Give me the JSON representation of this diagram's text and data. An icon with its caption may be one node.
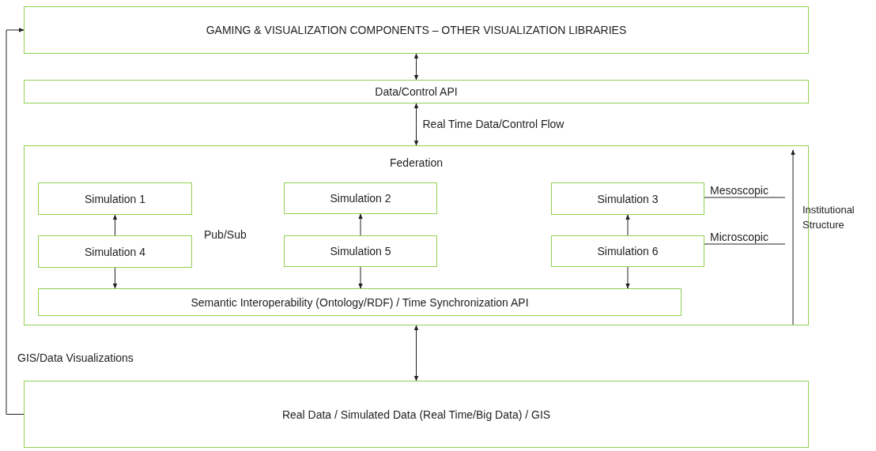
{
  "diagram": {
    "nodes": [
      {
        "text": [
          "GAMING & VISUALIZATION COMPONENTS – OTHER VISUALIZATION LIBRARIES"
        ]
      },
      {
        "text": [
          "Data/Control API"
        ]
      },
      {
        "text": [
          "Federation"
        ]
      },
      {
        "text": [
          "Simulation 1"
        ],
        "in": 2
      },
      {
        "text": [
          "Simulation 2"
        ],
        "in": 2
      },
      {
        "text": [
          "Simulation 3"
        ],
        "in": 2
      },
      {
        "text": [
          "Simulation 4"
        ],
        "in": 2
      },
      {
        "text": [
          "Simulation 5"
        ],
        "in": 2
      },
      {
        "text": [
          "Simulation 6"
        ],
        "in": 2
      },
      {
        "text": [
          "Semantic Interoperability (Ontology/RDF) / Time Synchronization API"
        ],
        "in": 2
      },
      {
        "text": [
          "Real Data / Simulated Data (Real Time/Big Data) / GIS"
        ]
      },
      {
        "text": [
          "Mesoscopic"
        ],
        "in": 2
      },
      {
        "text": [
          "Microscopic"
        ],
        "in": 2
      }
    ],
    "edges": [
      {
        "from": 0,
        "to": 1,
        "arrow": "both"
      },
      {
        "from": 1,
        "to": 2,
        "arrow": "both",
        "label": "Real Time Data/Control Flow"
      },
      {
        "from": 2,
        "to": 10,
        "arrow": "both"
      },
      {
        "from": 10,
        "to": 0,
        "arrow": "to",
        "label": "GIS/Data Visualizations"
      },
      {
        "from": 6,
        "to": 3,
        "arrow": "to"
      },
      {
        "from": 7,
        "to": 4,
        "arrow": "to"
      },
      {
        "from": 8,
        "to": 5,
        "arrow": "to"
      },
      {
        "from": 6,
        "to": 9,
        "arrow": "to"
      },
      {
        "from": 7,
        "to": 9,
        "arrow": "to"
      },
      {
        "from": 8,
        "to": 9,
        "arrow": "to"
      },
      {
        "from": 5,
        "to": 11,
        "arrow": "none"
      },
      {
        "from": 8,
        "to": 12,
        "arrow": "none"
      }
    ],
    "labels": [
      "Pub/Sub",
      "Institutional Structure"
    ]
  }
}
